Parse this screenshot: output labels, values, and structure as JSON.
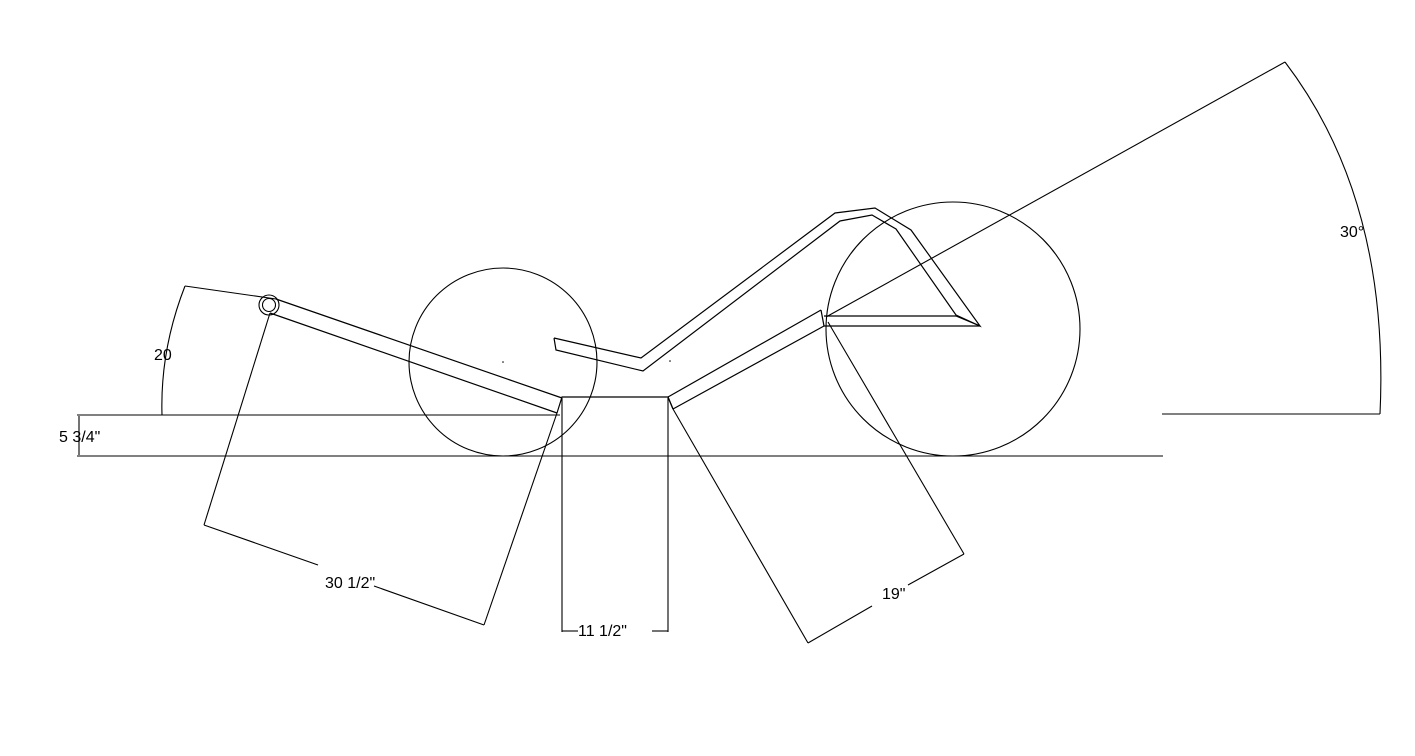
{
  "dimensions": {
    "wheelbase_label": "20",
    "ground_offset_label": "5 3/4\"",
    "rear_length_label": "30 1/2\"",
    "center_length_label": "11 1/2\"",
    "front_length_label": "19\"",
    "head_angle_label": "30°"
  },
  "colors": {
    "line": "#000000",
    "background": "#ffffff"
  }
}
